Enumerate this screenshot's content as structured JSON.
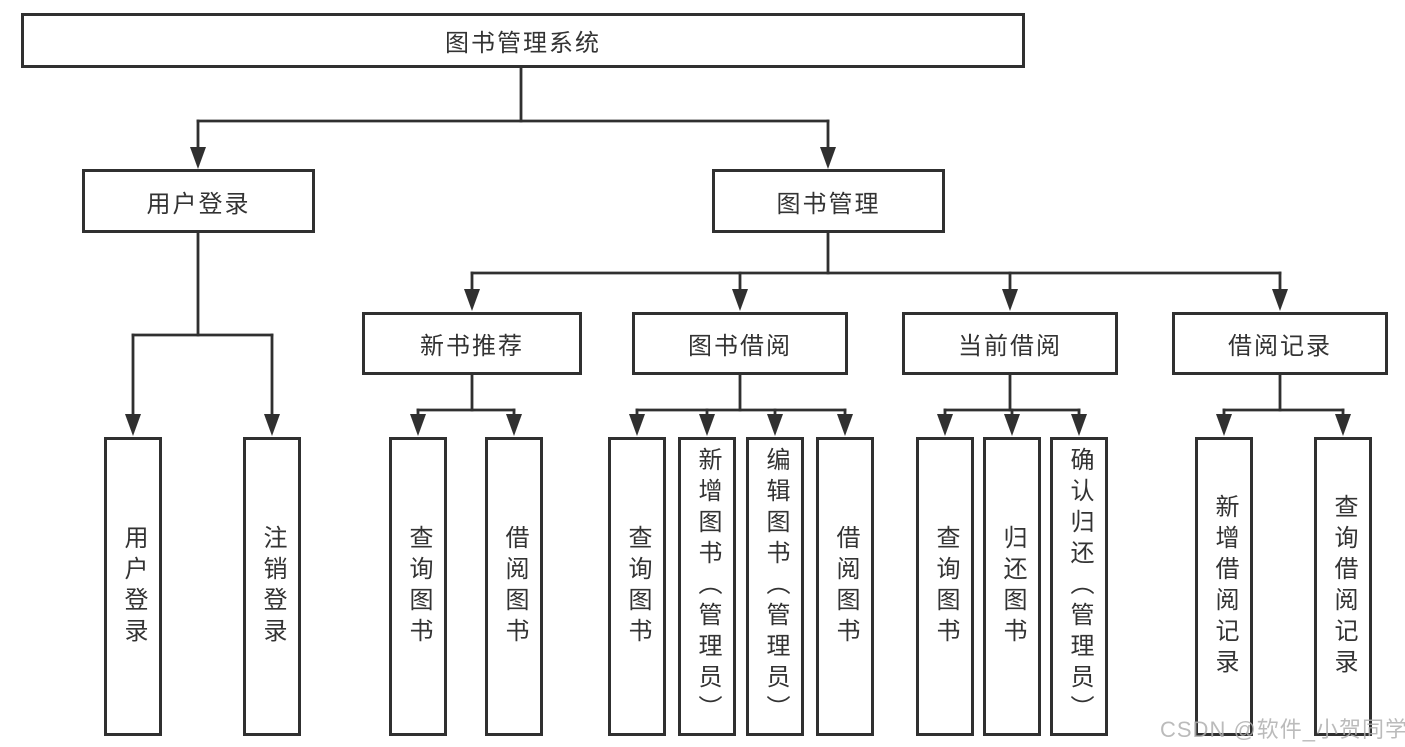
{
  "colors": {
    "line": "#303030",
    "text": "#333333",
    "watermark": "#b0b0b0",
    "background": "#ffffff"
  },
  "watermark": {
    "text": "CSDN @软件_小贺同学"
  },
  "tree": {
    "label": "图书管理系统",
    "children": [
      {
        "label": "用户登录",
        "children": [
          {
            "label": "用户登录"
          },
          {
            "label": "注销登录"
          }
        ]
      },
      {
        "label": "图书管理",
        "children": [
          {
            "label": "新书推荐",
            "children": [
              {
                "label": "查询图书"
              },
              {
                "label": "借阅图书"
              }
            ]
          },
          {
            "label": "图书借阅",
            "children": [
              {
                "label": "查询图书"
              },
              {
                "label": "新增图书（管理员）"
              },
              {
                "label": "编辑图书（管理员）"
              },
              {
                "label": "借阅图书"
              }
            ]
          },
          {
            "label": "当前借阅",
            "children": [
              {
                "label": "查询图书"
              },
              {
                "label": "归还图书"
              },
              {
                "label": "确认归还（管理员）"
              }
            ]
          },
          {
            "label": "借阅记录",
            "children": [
              {
                "label": "新增借阅记录"
              },
              {
                "label": "查询借阅记录"
              }
            ]
          }
        ]
      }
    ]
  }
}
